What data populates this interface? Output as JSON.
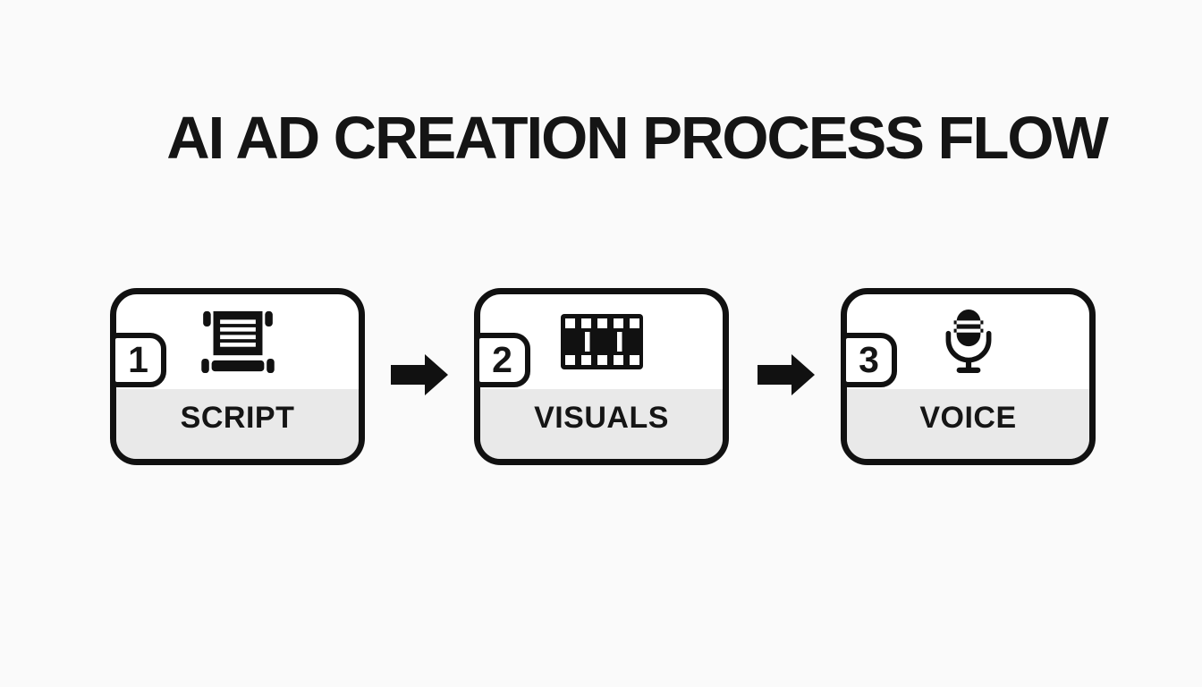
{
  "title": "AI AD CREATION PROCESS FLOW",
  "steps": [
    {
      "number": "1",
      "label": "SCRIPT",
      "icon": "scroll-icon"
    },
    {
      "number": "2",
      "label": "VISUALS",
      "icon": "film-strip-icon"
    },
    {
      "number": "3",
      "label": "VOICE",
      "icon": "microphone-icon"
    }
  ],
  "connectors": [
    {
      "icon": "arrow-right-icon"
    },
    {
      "icon": "arrow-right-icon"
    }
  ],
  "colors": {
    "background": "#fafafa",
    "box_fill": "#ffffff",
    "label_band_fill": "#e9e9e9",
    "ink": "#111111"
  }
}
